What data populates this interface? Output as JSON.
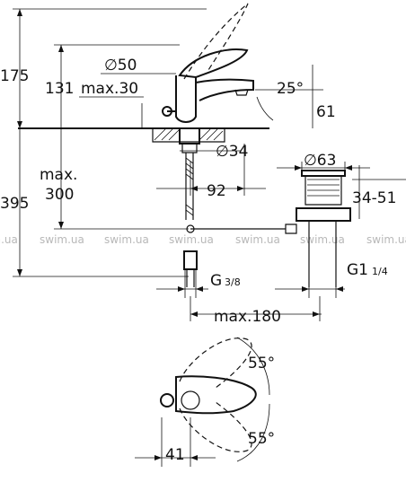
{
  "dimensions": {
    "d175": "175",
    "d131": "131",
    "max30": "max.30",
    "dia50": "∅50",
    "ang25": "25°",
    "d61": "61",
    "dia34": "∅34",
    "d395": "395",
    "max300a": "max.",
    "max300b": "300",
    "d92": "92",
    "dia63": "∅63",
    "d3451": "34-51",
    "g38": "G",
    "g38frac": "3/8",
    "g114": "G1",
    "g114frac": "1/4",
    "max180": "max.180",
    "ang55top": "55°",
    "ang55bot": "55°",
    "d41": "41"
  },
  "watermark": {
    "items": [
      "swim.ua",
      "swim.ua",
      "swim.ua",
      "swim.ua",
      "swim.ua",
      "swim.ua",
      "swim.ua"
    ]
  }
}
